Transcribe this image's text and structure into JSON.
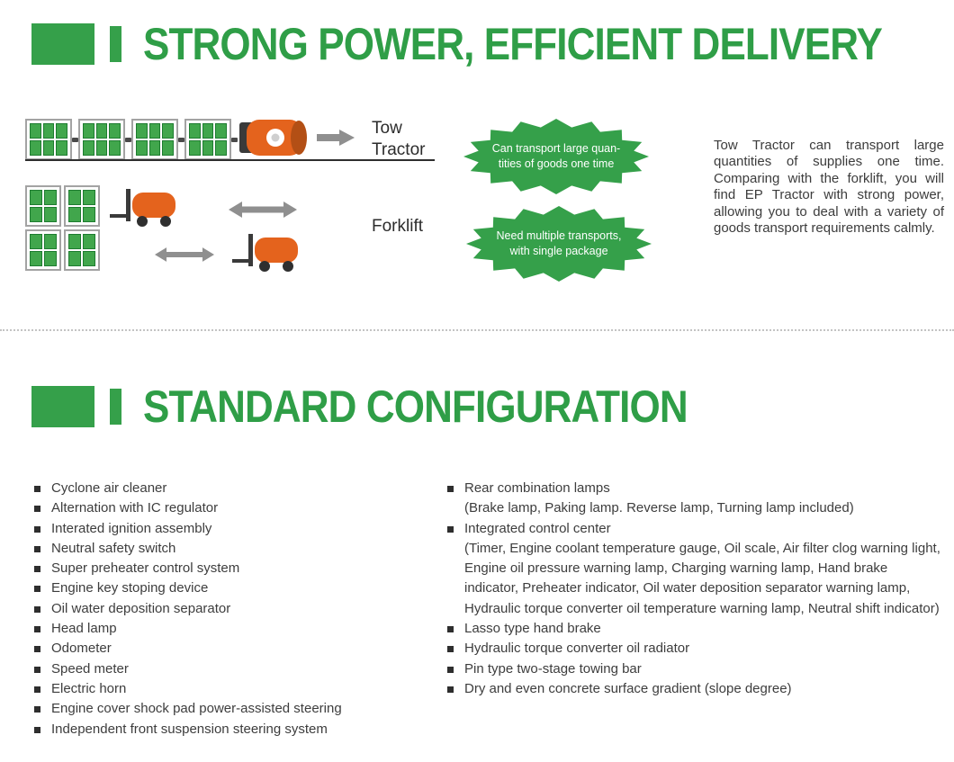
{
  "colors": {
    "accent": "#35a04a",
    "title": "#2f9e47",
    "orange": "#e4631d",
    "arrow_gray": "#8f8f8f"
  },
  "icons": {
    "cart": "green-grid-cargo-cart",
    "tow_tractor": "tow-tractor",
    "forklift": "forklift",
    "arrow_right": "right-arrow",
    "arrow_double": "double-headed-arrow"
  },
  "section1": {
    "title": "STRONG POWER, EFFICIENT DELIVERY",
    "diagram": {
      "tow_label": "Tow Tractor",
      "forklift_label": "Forklift"
    },
    "badges": [
      {
        "line1": "Can transport large quan-",
        "line2": "tities of goods one time"
      },
      {
        "line1": "Need multiple transports,",
        "line2": "with single package"
      }
    ],
    "paragraph": "Tow Tractor can transport large quantities of supplies one time. Comparing with the forklift, you will find EP Tractor with strong power, allowing you to deal with a variety of goods transport requirements calmly."
  },
  "section2": {
    "title": "STANDARD CONFIGURATION",
    "left_items": [
      "Cyclone air cleaner",
      "Alternation with IC regulator",
      "Interated ignition assembly",
      "Neutral safety switch",
      "Super preheater control system",
      "Engine key stoping device",
      "Oil water deposition separator",
      "Head lamp",
      "Odometer",
      "Speed meter",
      "Electric horn",
      "Engine cover shock pad power-assisted steering",
      "Independent front suspension steering system"
    ],
    "right_items": [
      {
        "label": "Rear combination lamps",
        "sub": "(Brake lamp, Paking lamp. Reverse lamp, Turning lamp included)"
      },
      {
        "label": "Integrated control center",
        "sub": "(Timer, Engine coolant temperature gauge, Oil scale, Air filter clog warning light, Engine oil pressure warning lamp, Charging warning lamp, Hand brake indicator, Preheater indicator, Oil water deposition separator warning lamp, Hydraulic torque converter oil temperature warning lamp, Neutral shift indicator)"
      },
      {
        "label": "Lasso type hand brake"
      },
      {
        "label": "Hydraulic torque converter oil radiator"
      },
      {
        "label": "Pin type two-stage towing bar"
      },
      {
        "label": "Dry and even concrete surface gradient (slope degree)"
      }
    ]
  }
}
